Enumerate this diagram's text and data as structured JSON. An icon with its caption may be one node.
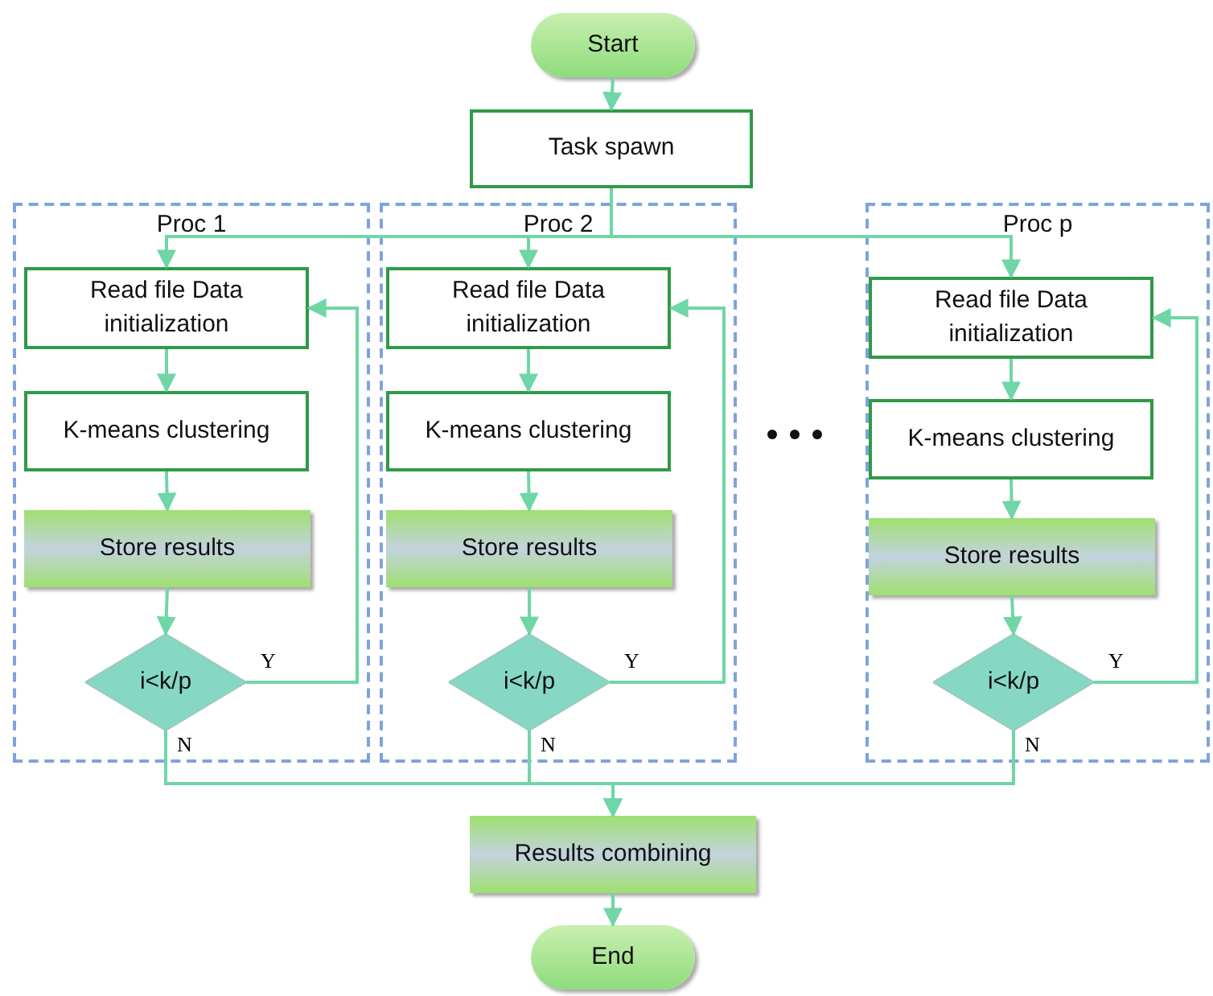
{
  "diagram": {
    "nodes": [
      {
        "text": [
          "Start"
        ]
      },
      {
        "text": [
          "Task spawn"
        ]
      },
      {
        "text": [
          "Proc 1"
        ]
      },
      {
        "text": [
          "Read file Data initialization"
        ],
        "in": 2
      },
      {
        "text": [
          "K-means clustering"
        ],
        "in": 2
      },
      {
        "text": [
          "Store results"
        ],
        "in": 2
      },
      {
        "text": [
          "i<k/p"
        ],
        "in": 2
      },
      {
        "text": [
          "Proc 2"
        ]
      },
      {
        "text": [
          "Read file Data initialization"
        ],
        "in": 7
      },
      {
        "text": [
          "K-means clustering"
        ],
        "in": 7
      },
      {
        "text": [
          "Store results"
        ],
        "in": 7
      },
      {
        "text": [
          "i<k/p"
        ],
        "in": 7
      },
      {
        "text": [
          "Proc p"
        ]
      },
      {
        "text": [
          "Read file Data initialization"
        ],
        "in": 12
      },
      {
        "text": [
          "K-means clustering"
        ],
        "in": 12
      },
      {
        "text": [
          "Store results"
        ],
        "in": 12
      },
      {
        "text": [
          "i<k/p"
        ],
        "in": 12
      },
      {
        "text": [
          "Results combining"
        ]
      },
      {
        "text": [
          "End"
        ]
      }
    ],
    "edges": [
      {
        "from": 0,
        "to": 1,
        "arrow": "to"
      },
      {
        "from": 1,
        "to": 3,
        "arrow": "to"
      },
      {
        "from": 1,
        "to": 8,
        "arrow": "to"
      },
      {
        "from": 1,
        "to": 13,
        "arrow": "to"
      },
      {
        "from": 3,
        "to": 4,
        "arrow": "to"
      },
      {
        "from": 4,
        "to": 5,
        "arrow": "to"
      },
      {
        "from": 5,
        "to": 6,
        "arrow": "to"
      },
      {
        "from": 6,
        "to": 3,
        "label": "Y",
        "arrow": "to"
      },
      {
        "from": 6,
        "to": 17,
        "label": "N",
        "arrow": "to"
      },
      {
        "from": 8,
        "to": 9,
        "arrow": "to"
      },
      {
        "from": 9,
        "to": 10,
        "arrow": "to"
      },
      {
        "from": 10,
        "to": 11,
        "arrow": "to"
      },
      {
        "from": 11,
        "to": 8,
        "label": "Y",
        "arrow": "to"
      },
      {
        "from": 11,
        "to": 17,
        "label": "N",
        "arrow": "to"
      },
      {
        "from": 13,
        "to": 14,
        "arrow": "to"
      },
      {
        "from": 14,
        "to": 15,
        "arrow": "to"
      },
      {
        "from": 15,
        "to": 16,
        "arrow": "to"
      },
      {
        "from": 16,
        "to": 13,
        "label": "Y",
        "arrow": "to"
      },
      {
        "from": 16,
        "to": 17,
        "label": "N",
        "arrow": "to"
      },
      {
        "from": 17,
        "to": 18,
        "arrow": "to"
      }
    ]
  }
}
